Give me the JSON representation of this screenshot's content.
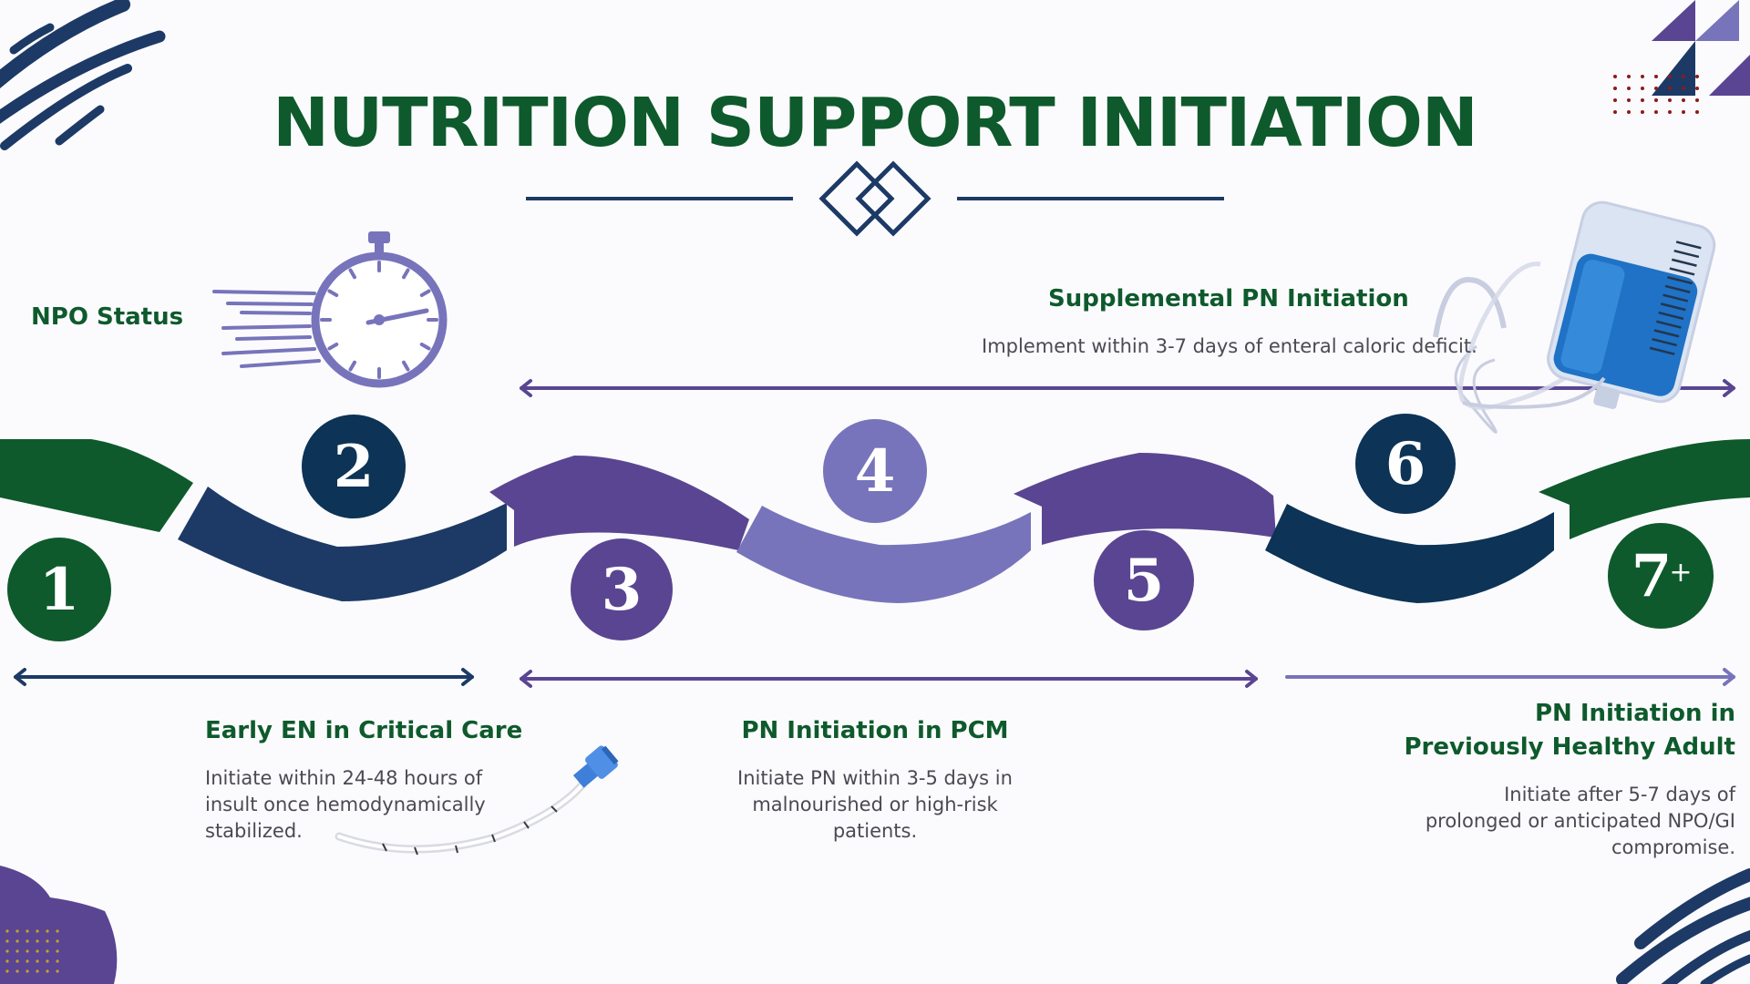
{
  "title": "NUTRITION SUPPORT INITIATION",
  "steps": [
    {
      "label": "1",
      "color": "#0e5a2c"
    },
    {
      "label": "2",
      "color": "#0d3356"
    },
    {
      "label": "3",
      "color": "#5a4592"
    },
    {
      "label": "4",
      "color": "#7774bb"
    },
    {
      "label": "5",
      "color": "#5a4592"
    },
    {
      "label": "6",
      "color": "#0d3356"
    },
    {
      "label": "7",
      "suffix": "+",
      "color": "#0e5a2c"
    }
  ],
  "npo_status": {
    "heading": "NPO Status"
  },
  "supplemental_pn": {
    "heading": "Supplemental PN Initiation",
    "body": "Implement within 3-7 days of enteral caloric deficit."
  },
  "early_en": {
    "heading": "Early EN in Critical Care",
    "body_lines": [
      "Initiate within 24-48 hours of",
      "insult once hemodynamically",
      "stabilized."
    ]
  },
  "pn_pcm": {
    "heading": "PN Initiation in PCM",
    "body_lines": [
      "Initiate PN within 3-5 days in",
      "malnourished or high-risk",
      "patients."
    ]
  },
  "pn_healthy": {
    "heading_lines": [
      "PN Initiation in",
      "Previously Healthy Adult"
    ],
    "body_lines": [
      "Initiate after 5-7 days of",
      "prolonged  or anticipated NPO/GI",
      "compromise."
    ]
  },
  "colors": {
    "green": "#0e5a2c",
    "navy": "#0d3356",
    "purple": "#5a4592",
    "lavender": "#7774bb",
    "text_gray": "#4a4a52"
  },
  "icons": [
    "stopwatch-icon",
    "iv-bag-icon",
    "feeding-tube-icon",
    "double-diamond-icon"
  ]
}
